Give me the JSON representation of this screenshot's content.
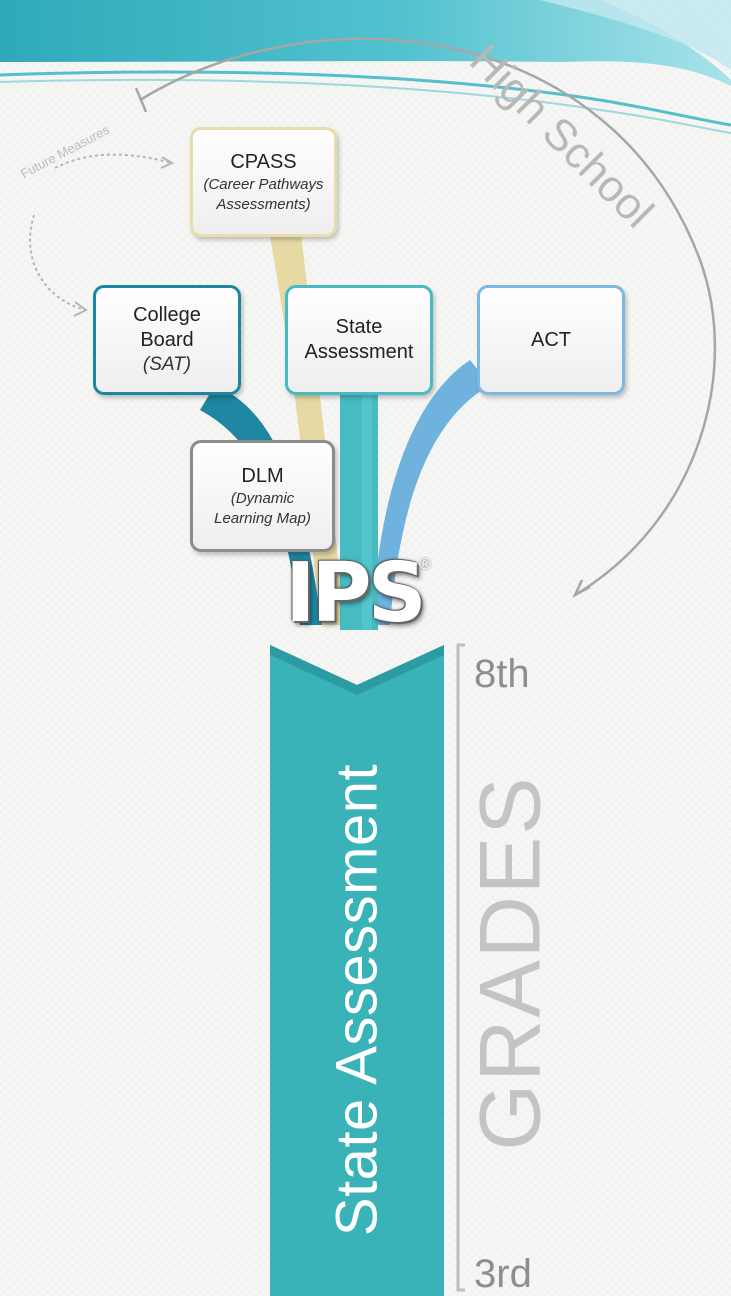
{
  "header": {
    "wave_colors": [
      "#3cb6c4",
      "#9fdde6",
      "#d8f1f4"
    ]
  },
  "labels": {
    "high_school": "High School",
    "future_measures": "Future Measures",
    "ips": "IPS",
    "ips_mark": "®",
    "grades": "GRADES",
    "grade_top": "8th",
    "grade_bottom": "3rd",
    "main_stem": "State Assessment"
  },
  "boxes": {
    "cpass": {
      "title": "CPASS",
      "subtitle": "(Career Pathways Assessments)",
      "color": "#e8ddb0"
    },
    "college_board": {
      "title": "College Board",
      "subtitle": "(SAT)",
      "color": "#1f86a0"
    },
    "state": {
      "title": "State Assessment",
      "color": "#46bcc2"
    },
    "act": {
      "title": "ACT",
      "color": "#7db8e0"
    },
    "dlm": {
      "title": "DLM",
      "subtitle": "(Dynamic Learning Map)",
      "color": "#8c8c8c"
    }
  },
  "colors": {
    "stem": "#3ab3b8",
    "cpass_strand": "#e6d9a4",
    "college_strand": "#1e86a0",
    "act_strand": "#6fb2de",
    "arrow": "#a6a6a6"
  }
}
